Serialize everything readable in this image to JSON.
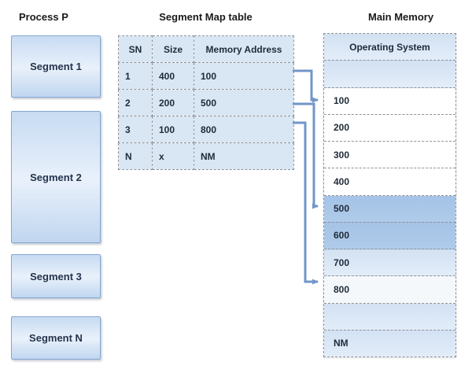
{
  "titles": {
    "process": "Process P",
    "segment_map": "Segment Map table",
    "main_memory": "Main Memory"
  },
  "process": {
    "segments": [
      {
        "label": "Segment 1"
      },
      {
        "label": "Segment 2"
      },
      {
        "label": "Segment 3"
      },
      {
        "label": "Segment N"
      }
    ]
  },
  "segment_map": {
    "headers": [
      "SN",
      "Size",
      "Memory Address"
    ],
    "rows": [
      [
        "1",
        "400",
        "100"
      ],
      [
        "2",
        "200",
        "500"
      ],
      [
        "3",
        "100",
        "800"
      ],
      [
        "N",
        "x",
        "NM"
      ]
    ]
  },
  "main_memory": {
    "cells": [
      {
        "label": "Operating System",
        "fill": "blue"
      },
      {
        "label": "",
        "fill": "blue"
      },
      {
        "label": "100",
        "fill": "white"
      },
      {
        "label": "200",
        "fill": "white"
      },
      {
        "label": "300",
        "fill": "white"
      },
      {
        "label": "400",
        "fill": "white"
      },
      {
        "label": "500",
        "fill": "highlight"
      },
      {
        "label": "600",
        "fill": "highlight"
      },
      {
        "label": "700",
        "fill": "blue"
      },
      {
        "label": "800",
        "fill": "offwhite"
      },
      {
        "label": "",
        "fill": "blue"
      },
      {
        "label": "NM",
        "fill": "blue"
      }
    ]
  },
  "arrows": [
    {
      "from_sn": "1",
      "to_address": "100"
    },
    {
      "from_sn": "2",
      "to_address": "500"
    },
    {
      "from_sn": "3",
      "to_address": "800"
    }
  ],
  "colors": {
    "cell_light_blue": "#d9e6f4",
    "cell_highlight": "#a9c7e8",
    "segment_fill_top": "#c7dbf2",
    "segment_border": "#84a7d3",
    "arrow": "#7096c8",
    "dashed_border": "#8d9298",
    "text": "#1e2b38"
  }
}
